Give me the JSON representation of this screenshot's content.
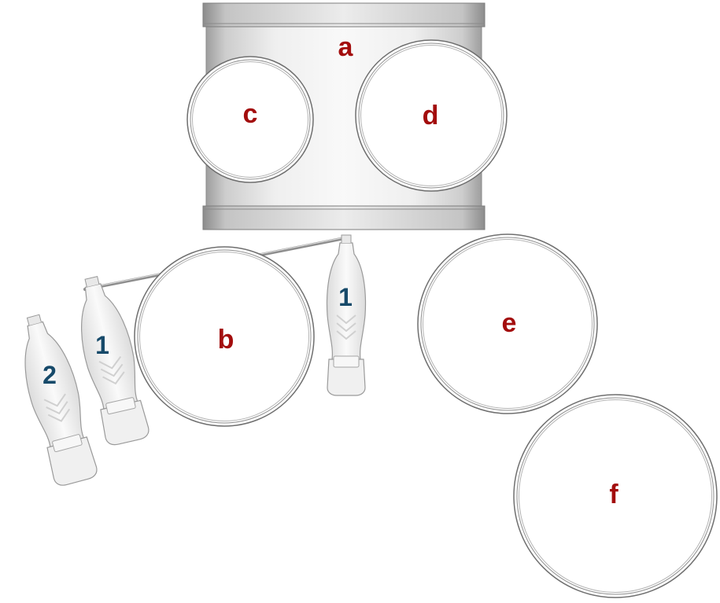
{
  "colors": {
    "drum_label": "#a30d0d",
    "pedal_label": "#174a6a",
    "drum_head": "#ffffff",
    "drum_rim": "#6f6f6f",
    "shell_light": "#f4f4f4",
    "shell_dark": "#b8b8b8",
    "pedal_body": "#f2f2f2",
    "pedal_outline": "#9a9a9a",
    "rod": "#9c9c9c"
  },
  "drums": {
    "a": "a",
    "b": "b",
    "c": "c",
    "d": "d",
    "e": "e",
    "f": "f"
  },
  "pedals": {
    "left_outer": "2",
    "left_inner": "1",
    "right": "1"
  }
}
